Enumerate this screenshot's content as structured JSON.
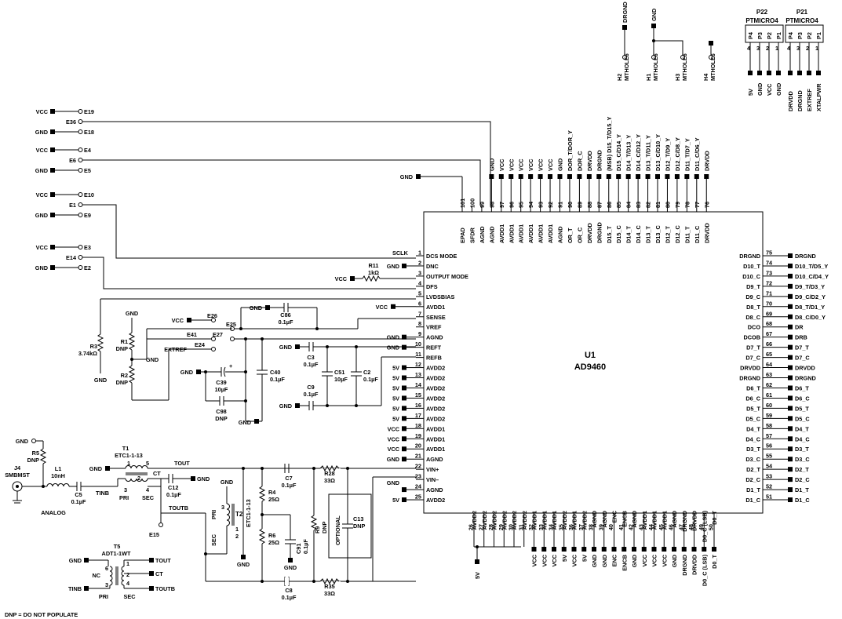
{
  "chip": {
    "ref": "U1",
    "part": "AD9460"
  },
  "left_pins": [
    {
      "num": "1",
      "name": "DCS MODE"
    },
    {
      "num": "2",
      "name": "DNC"
    },
    {
      "num": "3",
      "name": "OUTPUT MODE"
    },
    {
      "num": "4",
      "name": "DFS"
    },
    {
      "num": "5",
      "name": "LVDSBIAS"
    },
    {
      "num": "6",
      "name": "AVDD1"
    },
    {
      "num": "7",
      "name": "SENSE"
    },
    {
      "num": "8",
      "name": "VREF"
    },
    {
      "num": "9",
      "name": "AGND"
    },
    {
      "num": "10",
      "name": "REFT"
    },
    {
      "num": "11",
      "name": "REFB"
    },
    {
      "num": "12",
      "name": "AVDD2"
    },
    {
      "num": "13",
      "name": "AVDD2"
    },
    {
      "num": "14",
      "name": "AVDD2"
    },
    {
      "num": "15",
      "name": "AVDD2"
    },
    {
      "num": "16",
      "name": "AVDD2"
    },
    {
      "num": "17",
      "name": "AVDD2"
    },
    {
      "num": "18",
      "name": "AVDD1"
    },
    {
      "num": "19",
      "name": "AVDD1"
    },
    {
      "num": "20",
      "name": "AVDD1"
    },
    {
      "num": "21",
      "name": "AGND"
    },
    {
      "num": "22",
      "name": "VIN+"
    },
    {
      "num": "23",
      "name": "VIN–"
    },
    {
      "num": "24",
      "name": "AGND"
    },
    {
      "num": "25",
      "name": "AVDD2"
    }
  ],
  "left_nets": [
    "SCLK",
    "GND",
    "VCC",
    "",
    "",
    "VCC",
    "",
    "",
    "GND",
    "GND",
    "",
    "5V",
    "5V",
    "5V",
    "5V",
    "5V",
    "5V",
    "VCC",
    "VCC",
    "VCC",
    "GND",
    "",
    "GND",
    "",
    "5V"
  ],
  "right_pins": [
    {
      "num": "75",
      "name": "DRGND",
      "net": "DRGND"
    },
    {
      "num": "74",
      "name": "D10_T",
      "net": "D10_T/D5_Y"
    },
    {
      "num": "73",
      "name": "D10_C",
      "net": "D10_C/D4_Y"
    },
    {
      "num": "72",
      "name": "D9_T",
      "net": "D9_T/D3_Y"
    },
    {
      "num": "71",
      "name": "D9_C",
      "net": "D9_C/D2_Y"
    },
    {
      "num": "70",
      "name": "D8_T",
      "net": "D8_T/D1_Y"
    },
    {
      "num": "69",
      "name": "D8_C",
      "net": "D8_C/D0_Y"
    },
    {
      "num": "68",
      "name": "DCO",
      "net": "DR"
    },
    {
      "num": "67",
      "name": "DCOB",
      "net": "DRB"
    },
    {
      "num": "66",
      "name": "D7_T",
      "net": "D7_T"
    },
    {
      "num": "65",
      "name": "D7_C",
      "net": "D7_C"
    },
    {
      "num": "64",
      "name": "DRVDD",
      "net": "DRVDD"
    },
    {
      "num": "63",
      "name": "DRGND",
      "net": "DRGND"
    },
    {
      "num": "62",
      "name": "D6_T",
      "net": "D6_T"
    },
    {
      "num": "61",
      "name": "D6_C",
      "net": "D6_C"
    },
    {
      "num": "60",
      "name": "D5_T",
      "net": "D5_T"
    },
    {
      "num": "59",
      "name": "D5_C",
      "net": "D5_C"
    },
    {
      "num": "58",
      "name": "D4_T",
      "net": "D4_T"
    },
    {
      "num": "57",
      "name": "D4_C",
      "net": "D4_C"
    },
    {
      "num": "56",
      "name": "D3_T",
      "net": "D3_T"
    },
    {
      "num": "55",
      "name": "D3_C",
      "net": "D3_C"
    },
    {
      "num": "54",
      "name": "D2_T",
      "net": "D2_T"
    },
    {
      "num": "53",
      "name": "D2_C",
      "net": "D2_C"
    },
    {
      "num": "52",
      "name": "D1_T",
      "net": "D1_T"
    },
    {
      "num": "51",
      "name": "D1_C",
      "net": "D1_C"
    }
  ],
  "top_pins": [
    {
      "num": "101",
      "name": "EPAD",
      "net": ""
    },
    {
      "num": "100",
      "name": "SFDR",
      "net": ""
    },
    {
      "num": "99",
      "name": "AGND",
      "net": ""
    },
    {
      "num": "98",
      "name": "AGND",
      "net": "GND"
    },
    {
      "num": "97",
      "name": "AVDD1",
      "net": "VCC"
    },
    {
      "num": "96",
      "name": "AVDD1",
      "net": "VCC"
    },
    {
      "num": "95",
      "name": "AVDD1",
      "net": "VCC"
    },
    {
      "num": "94",
      "name": "AVDD1",
      "net": "VCC"
    },
    {
      "num": "93",
      "name": "AVDD1",
      "net": "VCC"
    },
    {
      "num": "92",
      "name": "AVDD1",
      "net": "VCC"
    },
    {
      "num": "91",
      "name": "AGND",
      "net": "GND"
    },
    {
      "num": "90",
      "name": "OR_T",
      "net": "DOR_T/DOR_Y"
    },
    {
      "num": "89",
      "name": "OR_C",
      "net": "DOR_C"
    },
    {
      "num": "88",
      "name": "DRVDD",
      "net": "DRVDD"
    },
    {
      "num": "87",
      "name": "DRGND",
      "net": "DRGND"
    },
    {
      "num": "86",
      "name": "D15_T",
      "net": "(MSB) D15_T/D15_Y"
    },
    {
      "num": "85",
      "name": "D15_C",
      "net": "D15_C/D14_Y"
    },
    {
      "num": "84",
      "name": "D14_T",
      "net": "D14_T/D13_Y"
    },
    {
      "num": "83",
      "name": "D14_C",
      "net": "D14_C/D12_Y"
    },
    {
      "num": "82",
      "name": "D13_T",
      "net": "D13_T/D11_Y"
    },
    {
      "num": "81",
      "name": "D13_C",
      "net": "D13_C/D10_Y"
    },
    {
      "num": "80",
      "name": "D12_T",
      "net": "D12_T/D9_Y"
    },
    {
      "num": "79",
      "name": "D12_C",
      "net": "D12_C/D8_Y"
    },
    {
      "num": "78",
      "name": "D11_T",
      "net": "D11_T/D7_Y"
    },
    {
      "num": "77",
      "name": "D11_C",
      "net": "D11_C/D6_Y"
    },
    {
      "num": "76",
      "name": "DRVDD",
      "net": "DRVDD"
    }
  ],
  "bottom_pins": [
    {
      "num": "26",
      "name": "AVDD2",
      "net": ""
    },
    {
      "num": "27",
      "name": "AVDD2",
      "net": ""
    },
    {
      "num": "28",
      "name": "AVDD2",
      "net": ""
    },
    {
      "num": "29",
      "name": "AVDD2",
      "net": ""
    },
    {
      "num": "30",
      "name": "AVDD2",
      "net": ""
    },
    {
      "num": "31",
      "name": "AVDD2",
      "net": ""
    },
    {
      "num": "32",
      "name": "AVDD1",
      "net": "VCC"
    },
    {
      "num": "33",
      "name": "AVDD1",
      "net": "VCC"
    },
    {
      "num": "34",
      "name": "AVDD1",
      "net": "VCC"
    },
    {
      "num": "35",
      "name": "AVDD2",
      "net": "5V"
    },
    {
      "num": "36",
      "name": "AVDD1",
      "net": "VCC"
    },
    {
      "num": "37",
      "name": "AVDD2",
      "net": "5V"
    },
    {
      "num": "38",
      "name": "AGND",
      "net": "GND"
    },
    {
      "num": "39",
      "name": "AGND",
      "net": "GND"
    },
    {
      "num": "40",
      "name": "ENC",
      "net": "ENC"
    },
    {
      "num": "41",
      "name": "ENCB",
      "net": "ENCB"
    },
    {
      "num": "42",
      "name": "AGND",
      "net": "GND"
    },
    {
      "num": "43",
      "name": "AVDD1",
      "net": "VCC"
    },
    {
      "num": "44",
      "name": "AVDD1",
      "net": "VCC"
    },
    {
      "num": "45",
      "name": "AVDD1",
      "net": "VCC"
    },
    {
      "num": "46",
      "name": "AGND",
      "net": "GND"
    },
    {
      "num": "47",
      "name": "DRGND",
      "net": "DRGND"
    },
    {
      "num": "48",
      "name": "DRVDD",
      "net": "DRVDD"
    },
    {
      "num": "49",
      "name": "D0_C (LSB)",
      "net": "D0_C (LSB)"
    },
    {
      "num": "50",
      "name": "D0_T",
      "net": "D0_T"
    }
  ],
  "bottom_5v": "5V",
  "jumpers": [
    {
      "supply": "VCC",
      "gnd": "GND",
      "a": "E19",
      "b": "E18",
      "mid": "E36"
    },
    {
      "supply": "VCC",
      "gnd": "GND",
      "a": "E4",
      "b": "E5",
      "mid": "E6"
    },
    {
      "supply": "VCC",
      "gnd": "GND",
      "a": "E10",
      "b": "E9",
      "mid": "E1"
    },
    {
      "supply": "VCC",
      "gnd": "GND",
      "a": "E3",
      "b": "E2",
      "mid": "E14"
    }
  ],
  "gnd_top": "GND",
  "mounting_holes": [
    {
      "ref": "H2",
      "part": "MTHOLE6",
      "net": "DRGND"
    },
    {
      "ref": "H1",
      "part": "MTHOLE6",
      "net": "GND"
    },
    {
      "ref": "H3",
      "part": "MTHOLE6",
      "net": ""
    },
    {
      "ref": "H4",
      "part": "MTHOLE6",
      "net": ""
    }
  ],
  "connectors": [
    {
      "ref": "P22",
      "part": "PTMICRO4",
      "pins": [
        "P4",
        "P3",
        "P2",
        "P1"
      ],
      "nums": [
        "4",
        "3",
        "2",
        "1"
      ],
      "nets": [
        "5V",
        "GND",
        "VCC",
        "GND"
      ]
    },
    {
      "ref": "P21",
      "part": "PTMICRO4",
      "pins": [
        "P4",
        "P3",
        "P2",
        "P1"
      ],
      "nums": [
        "4",
        "3",
        "2",
        "1"
      ],
      "nets": [
        "DRVDD",
        "DRGND",
        "EXTREF",
        "XTALPWR"
      ]
    }
  ],
  "ref_section": {
    "r11": [
      "R11",
      "1kΩ"
    ],
    "r1": [
      "R1",
      "DNP"
    ],
    "r2": [
      "R2",
      "DNP"
    ],
    "r3": [
      "R3",
      "3.74kΩ"
    ],
    "c86": [
      "C86",
      "0.1µF"
    ],
    "c39": [
      "C39",
      "10µF"
    ],
    "c98": [
      "C98",
      "DNP"
    ],
    "c40": [
      "C40",
      "0.1µF"
    ],
    "c3": [
      "C3",
      "0.1µF"
    ],
    "c51": [
      "C51",
      "10µF"
    ],
    "c2": [
      "C2",
      "0.1µF"
    ],
    "c9": [
      "C9",
      "0.1µF"
    ],
    "e26": "E26",
    "e25": "E25",
    "e41": "E41",
    "e27": "E27",
    "e24": "E24",
    "vcc": "VCC",
    "extref": "EXTREF",
    "gnd": "GND",
    "plus": "+"
  },
  "input_section": {
    "j4": [
      "J4",
      "SMBMST"
    ],
    "analog": "ANALOG",
    "r5": [
      "R5",
      "DNP"
    ],
    "l1": [
      "L1",
      "10nH"
    ],
    "c5": [
      "C5",
      "0.1µF"
    ],
    "t1": [
      "T1",
      "ETC1-1-13"
    ],
    "c12": [
      "C12",
      "0.1µF"
    ],
    "t2": [
      "T2",
      "ETC1-1-13"
    ],
    "c7": [
      "C7",
      "0.1µF"
    ],
    "c8": [
      "C8",
      "0.1µF"
    ],
    "r4": [
      "R4",
      "25Ω"
    ],
    "r6": [
      "R6",
      "25Ω"
    ],
    "c91": [
      "C91",
      "0.1µF"
    ],
    "r9": [
      "R9",
      "DNP"
    ],
    "c13": [
      "C13",
      "DNP"
    ],
    "r28": [
      "R28",
      "33Ω"
    ],
    "r35": [
      "R35",
      "33Ω"
    ],
    "optional": "OPTIONAL",
    "tout": "TOUT",
    "toutb": "TOUTB",
    "tinb": "TINB",
    "ct": "CT",
    "pri": "PRI",
    "sec": "SEC",
    "e15": "E15",
    "gnd": "GND",
    "t1_pins": [
      "1",
      "5",
      "3",
      "4",
      "2"
    ],
    "t2_pins": [
      "3",
      "1",
      "2"
    ]
  },
  "t5": {
    "ref": "T5",
    "part": "ADT1-1WT",
    "gnd": "GND",
    "nc": "NC",
    "tout": "TOUT",
    "ct": "CT",
    "toutb": "TOUTB",
    "tinb": "TINB",
    "pri": "PRI",
    "sec": "SEC",
    "pins": [
      "6",
      "1",
      "2",
      "3",
      "4"
    ]
  },
  "footnote": "DNP = DO NOT POPULATE",
  "colors": {
    "ink": "#000000",
    "paper": "#ffffff"
  }
}
